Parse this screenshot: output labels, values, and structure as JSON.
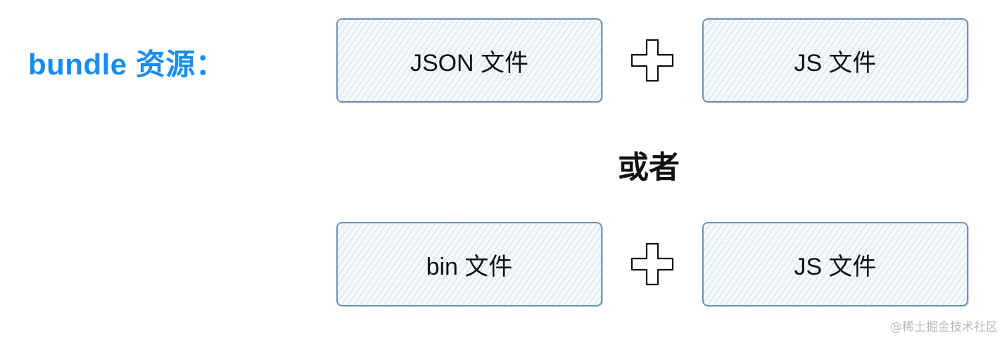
{
  "title": "bundle 资源：",
  "row1": {
    "left_box": "JSON 文件",
    "right_box": "JS 文件"
  },
  "separator": "或者",
  "row2": {
    "left_box": "bin 文件",
    "right_box": "JS 文件"
  },
  "watermark": "@稀土掘金技术社区",
  "colors": {
    "title": "#1a8cf0",
    "box_border": "#6e93b8",
    "box_hatch": "#96b4d2",
    "text": "#111111"
  },
  "icons": {
    "plus": "plus-icon"
  }
}
